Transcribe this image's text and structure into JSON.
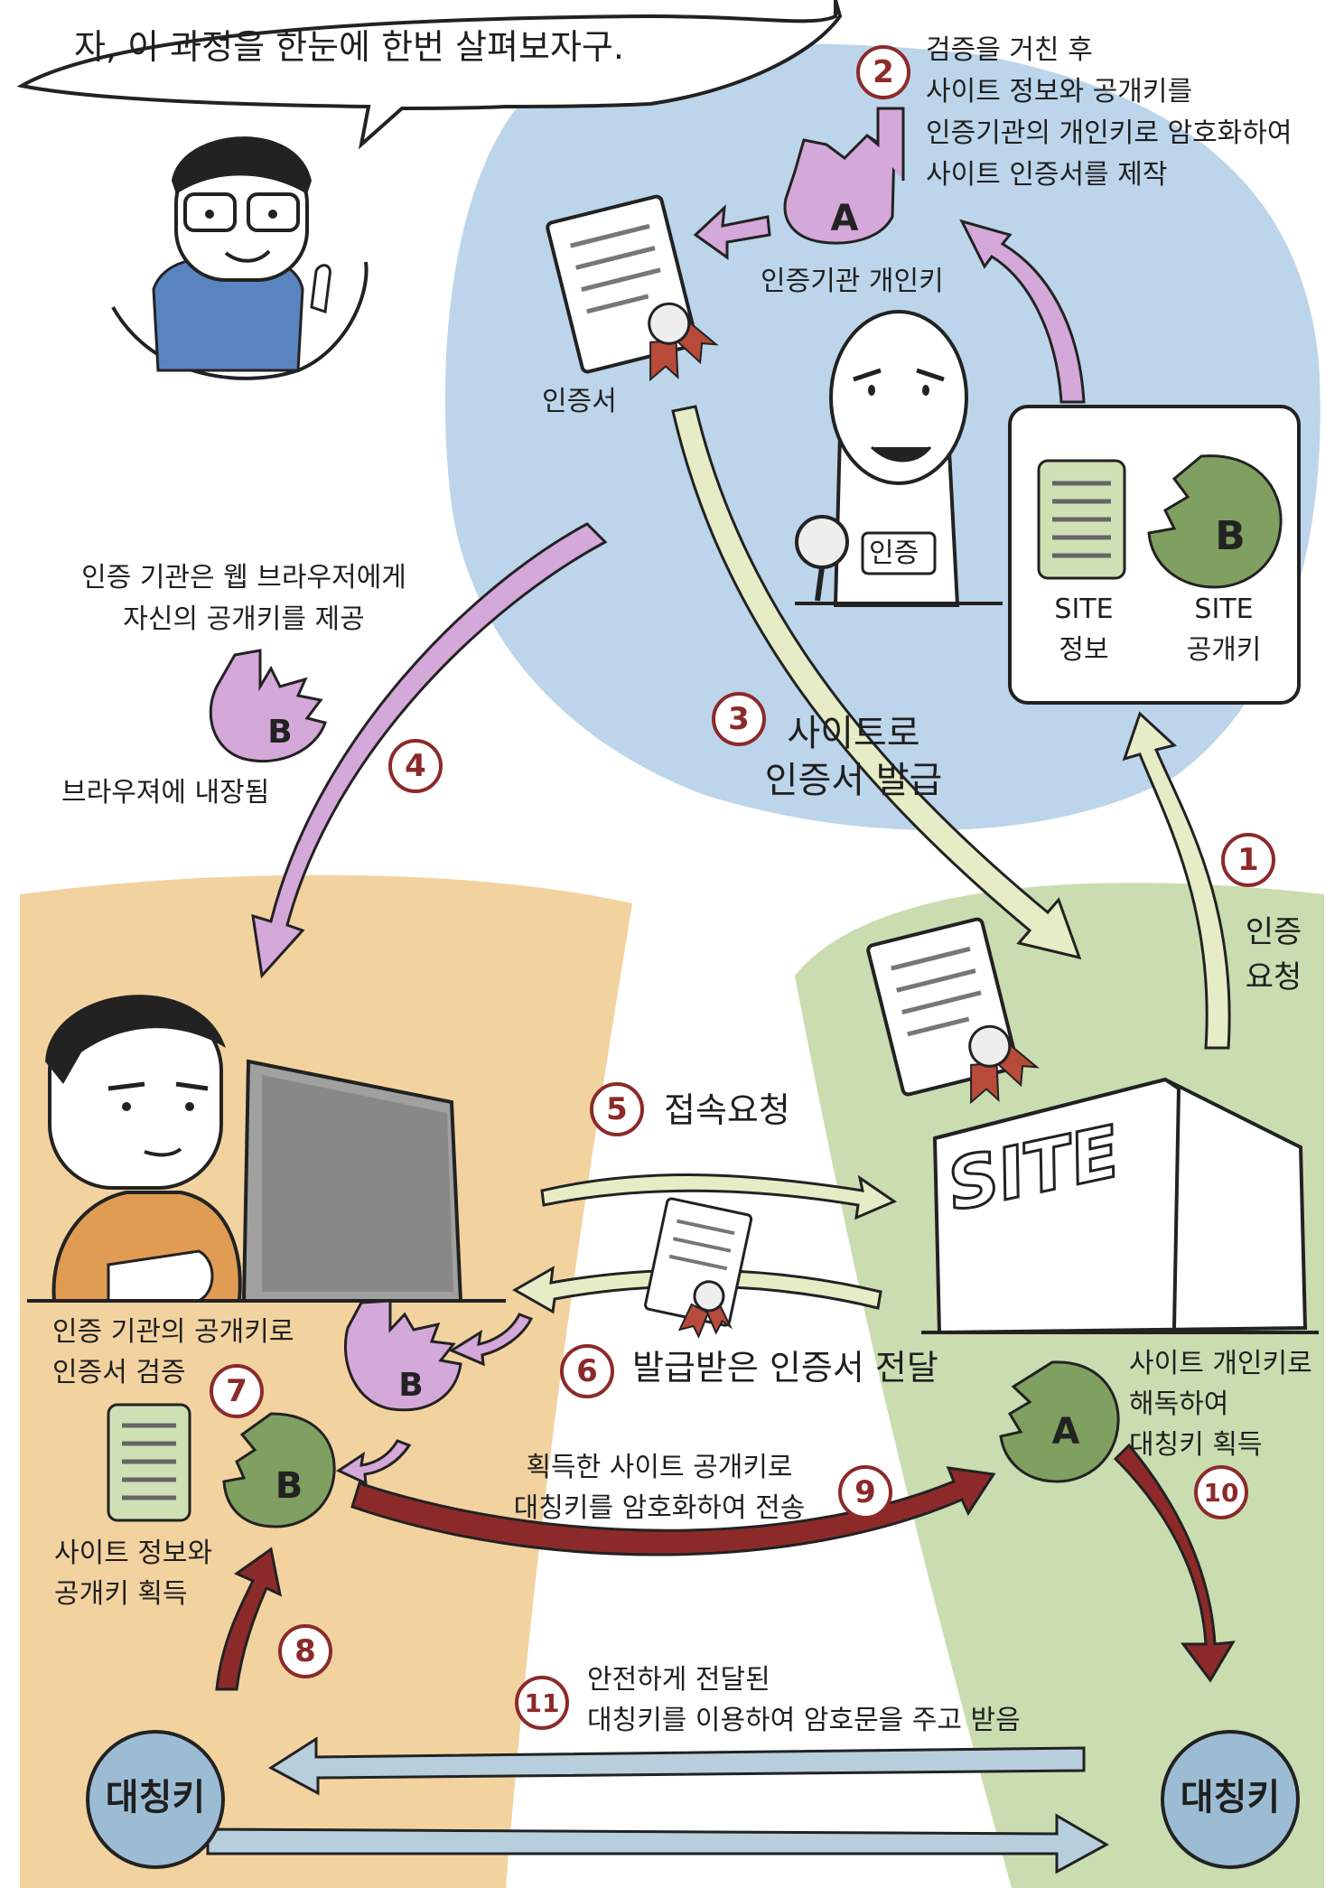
{
  "speech": "자, 이 과정을 한눈에 한번 살펴보자구.",
  "ca": {
    "step2_text": [
      "검증을 거친 후",
      "사이트 정보와 공개키를",
      "인증기관의 개인키로 암호화하여",
      "사이트 인증서를 제작"
    ],
    "private_key_label": "인증기관 개인키",
    "certificate_label": "인증서",
    "badge_text": "인증",
    "site_info_label": [
      "SITE",
      "정보"
    ],
    "site_pubkey_label": [
      "SITE",
      "공개키"
    ]
  },
  "step3_text": [
    "사이트로",
    "인증서 발급"
  ],
  "step4_text": [
    "인증 기관은 웹 브라우저에게",
    "자신의 공개키를 제공"
  ],
  "step4_bottom": "브라우져에 내장됨",
  "step1_text": [
    "인증",
    "요청"
  ],
  "step5_text": "접속요청",
  "step6_text": "발급받은 인증서 전달",
  "step7_text": [
    "인증 기관의 공개키로",
    "인증서 검증"
  ],
  "step8_text": [
    "사이트 정보와",
    "공개키 획득"
  ],
  "step9_text": [
    "획득한 사이트 공개키로",
    "대칭키를 암호화하여 전송"
  ],
  "step10_text": [
    "사이트 개인키로",
    "해독하여",
    "대칭키 획득"
  ],
  "step11_text": [
    "안전하게 전달된",
    "대칭키를 이용하여 암호문을 주고 받음"
  ],
  "symkey_left": "대칭키",
  "symkey_right": "대칭키",
  "site_building": "SITE",
  "key_letters": {
    "a": "A",
    "b": "B"
  },
  "steps": [
    "1",
    "2",
    "3",
    "4",
    "5",
    "6",
    "7",
    "8",
    "9",
    "10",
    "11"
  ],
  "colors": {
    "ca_bg": "#bcd5ea",
    "user_bg": "#f2d3a0",
    "site_bg": "#c9ddb0",
    "purple": "#d4a8d8",
    "cream": "#e6edc6",
    "darkred": "#8c2a2a",
    "lightblue": "#b7cedd",
    "green_key": "#7fa061"
  }
}
